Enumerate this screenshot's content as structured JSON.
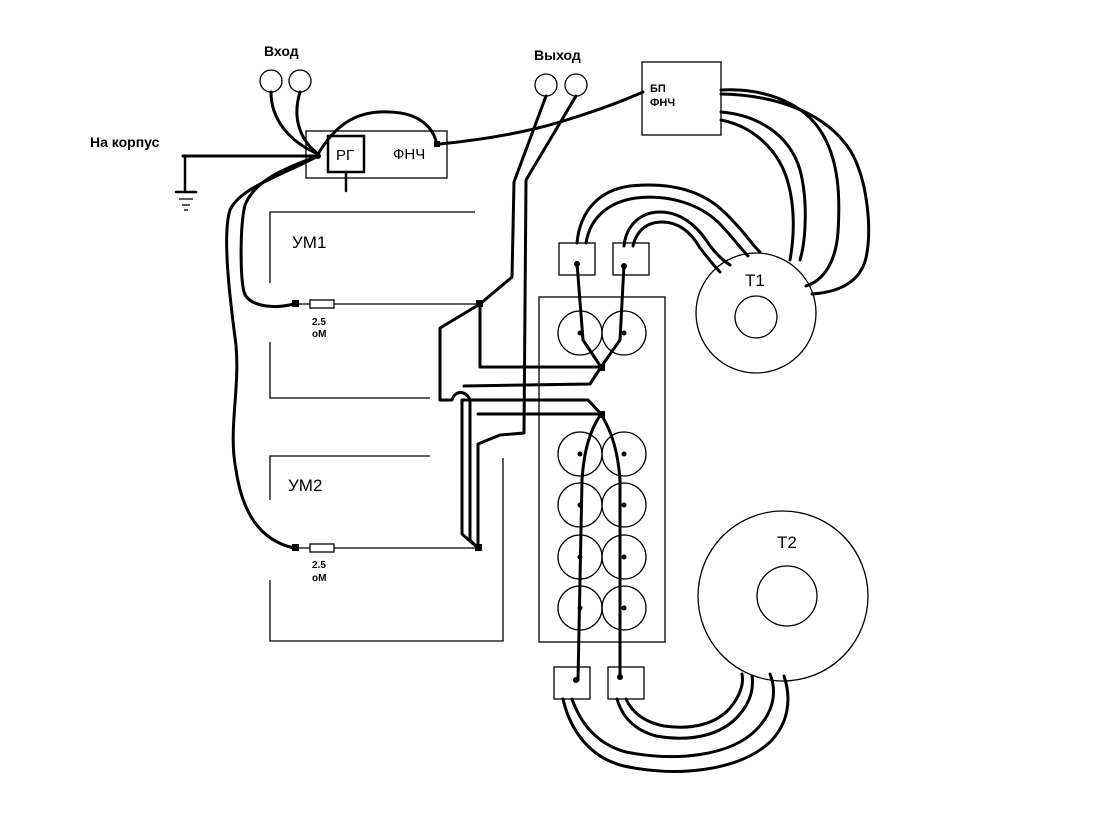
{
  "labels": {
    "input": "Вход",
    "output": "Выход",
    "chassis": "На корпус",
    "generator": "РГ",
    "lowpass_filter": "ФНЧ",
    "psu_line1": "БП",
    "psu_line2": "ФНЧ",
    "amp1": "УМ1",
    "amp2": "УМ2",
    "resistor1_value": "2.5",
    "resistor1_unit": "оМ",
    "resistor2_value": "2.5",
    "resistor2_unit": "оМ",
    "transformer1": "Т1",
    "transformer2": "Т2"
  }
}
